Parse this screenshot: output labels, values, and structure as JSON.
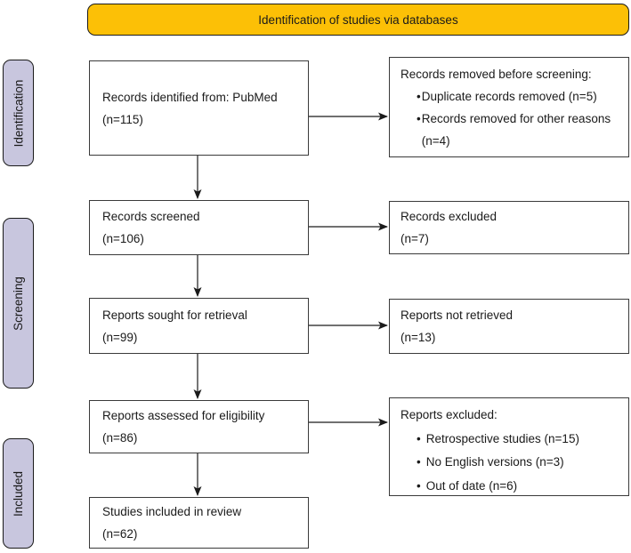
{
  "banner": {
    "label": "Identification of studies via databases"
  },
  "glyphs": {
    "bullet": "•"
  },
  "colors": {
    "banner_bg": "#fcc006",
    "stage_bg": "#c8c6de",
    "box_border": "#3a3a3a",
    "outline": "#1a1a1a",
    "arrow": "#1a1a1a",
    "background": "#ffffff"
  },
  "stages": [
    {
      "label": "Identification"
    },
    {
      "label": "Screening"
    },
    {
      "label": "Included"
    }
  ],
  "flow_boxes": [
    {
      "line1": "Records identified from: PubMed",
      "line2": "(n=115)"
    },
    {
      "line1": "Records screened",
      "line2": "(n=106)"
    },
    {
      "line1": "Reports sought for retrieval",
      "line2": "(n=99)"
    },
    {
      "line1": "Reports assessed for eligibility",
      "line2": "(n=86)"
    },
    {
      "line1": "Studies included in review",
      "line2": "(n=62)"
    }
  ],
  "side_boxes": [
    {
      "title": "Records removed before screening:",
      "bullets": [
        "Duplicate records removed (n=5)",
        "Records removed for other reasons (n=4)"
      ]
    },
    {
      "line1": "Records excluded",
      "line2": "(n=7)"
    },
    {
      "line1": "Reports not retrieved",
      "line2": "(n=13)"
    },
    {
      "title": "Reports excluded:",
      "bullets": [
        "Retrospective studies (n=15)",
        "No English versions (n=3)",
        "Out of date (n=6)"
      ]
    }
  ]
}
